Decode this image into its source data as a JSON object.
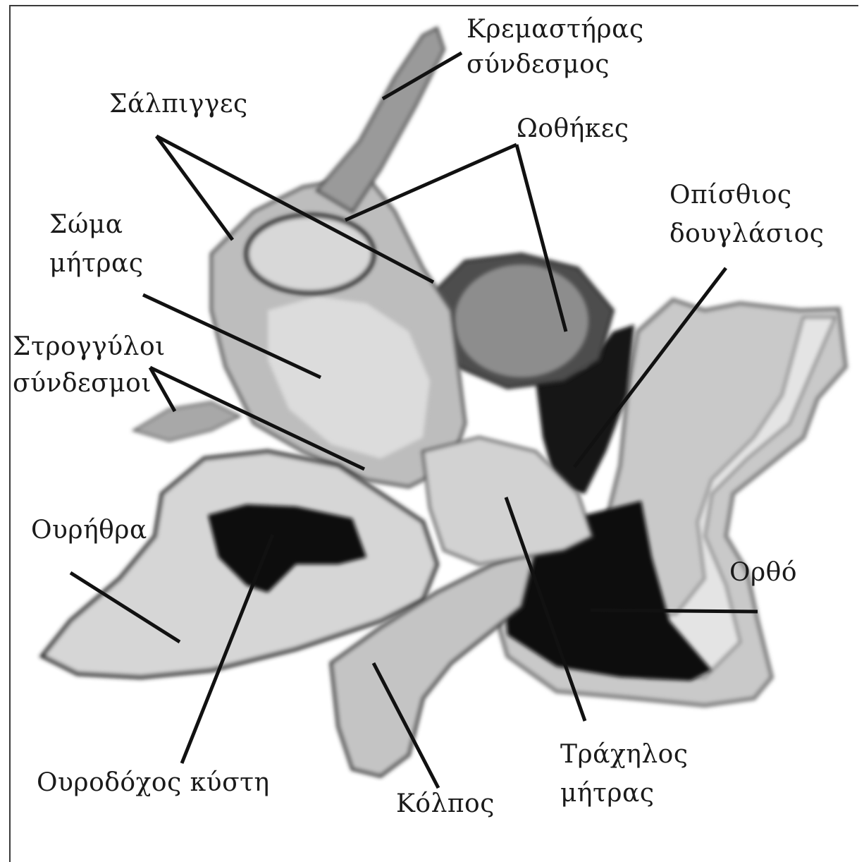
{
  "labels": {
    "cremaster_1": "Κρεμαστήρας",
    "cremaster_2": "σύνδεσμος",
    "tubes": "Σάλπιγγες",
    "ovaries": "Ωοθήκες",
    "douglas_1": "Οπίσθιος",
    "douglas_2": "δουγλάσιος",
    "uterus_body_1": "Σώμα",
    "uterus_body_2": "μήτρας",
    "round_lig_1": "Στρογγύλοι",
    "round_lig_2": "σύνδεσμοι",
    "urethra": "Ουρήθρα",
    "rectum": "Ορθό",
    "bladder": "Ουροδόχος κύστη",
    "vagina": "Κόλπος",
    "cervix_1": "Τράχηλος",
    "cervix_2": "μήτρας"
  },
  "colors": {
    "tissue_light": "#e6e6e6",
    "tissue_mid": "#b9b9b9",
    "tissue_dark": "#6e6e6e",
    "cavity": "#0d0d0d",
    "leader": "#111111"
  }
}
